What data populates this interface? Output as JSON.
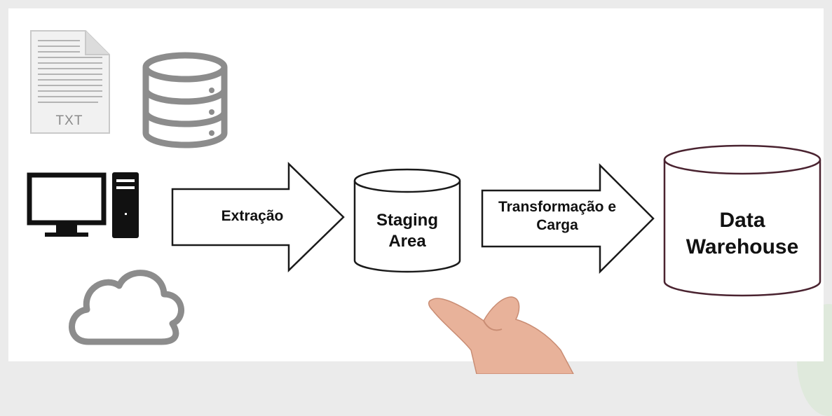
{
  "diagram": {
    "sources": {
      "file_label": "TXT"
    },
    "steps": {
      "extract_label": "Extração",
      "staging_label": "Staging Area",
      "transform_label": "Transformação e Carga",
      "warehouse_label": "Data Warehouse"
    },
    "colors": {
      "background": "#ebebeb",
      "slide": "#ffffff",
      "icon_gray": "#8c8c8c",
      "outline": "#1a1a1a",
      "warehouse_outline": "#4a2330"
    }
  }
}
